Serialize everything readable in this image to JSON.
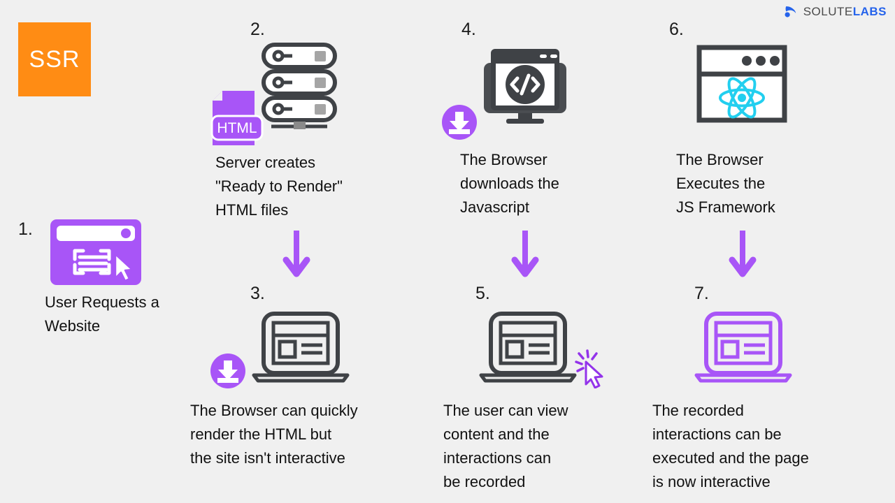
{
  "brand": {
    "name_part1": "SOLUTE",
    "name_part2": "LABS",
    "mark_icon": "solutelabs-logo-icon",
    "color_dark": "#4a4a4a",
    "color_accent": "#2563eb"
  },
  "badge": {
    "label": "SSR",
    "background": "#ff8c14",
    "text_color": "#ffffff"
  },
  "theme": {
    "background": "#f0f0f0",
    "purple": "#a855f7",
    "purple_dark": "#9333ea",
    "dark": "#3f4246",
    "react_cyan": "#22cfef",
    "text": "#111111"
  },
  "steps": [
    {
      "number": "1.",
      "caption": "User Requests a\nWebsite",
      "icon": "browser-window-filled-purple-icon",
      "badge_icon": null
    },
    {
      "number": "2.",
      "caption": "Server creates\n\"Ready to Render\"\nHTML files",
      "icon": "server-rack-icon",
      "secondary_icon": "html-file-icon",
      "secondary_label": "HTML"
    },
    {
      "number": "3.",
      "caption": "The Browser can quickly\nrender the HTML but\nthe site isn't interactive",
      "icon": "laptop-wireframe-dark-icon",
      "badge_icon": "download-badge-icon"
    },
    {
      "number": "4.",
      "caption": "The Browser\ndownloads the\nJavascript",
      "icon": "monitor-code-icon",
      "badge_icon": "download-badge-icon"
    },
    {
      "number": "5.",
      "caption": "The user can view\ncontent and the\ninteractions can\nbe recorded",
      "icon": "laptop-wireframe-dark-icon",
      "badge_icon": "click-cursor-icon"
    },
    {
      "number": "6.",
      "caption": "The Browser\nExecutes the\nJS Framework",
      "icon": "browser-react-logo-icon"
    },
    {
      "number": "7.",
      "caption": "The recorded\ninteractions can be\nexecuted and the page\nis now interactive",
      "icon": "laptop-wireframe-purple-icon"
    }
  ],
  "arrows": [
    {
      "name": "arrow-step2-to-step3",
      "direction": "down"
    },
    {
      "name": "arrow-step4-to-step5",
      "direction": "down"
    },
    {
      "name": "arrow-step6-to-step7",
      "direction": "down"
    }
  ]
}
